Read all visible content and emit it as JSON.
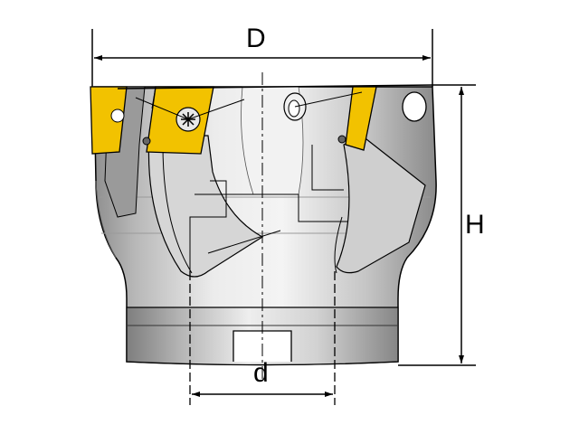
{
  "labels": {
    "diameter": "D",
    "height": "H",
    "bore": "d"
  },
  "colors": {
    "insert": "#f2c200",
    "body_light": "#e6e6e6",
    "body_mid": "#c9c9c9",
    "body_dark": "#8c8c8c",
    "line": "#000000"
  },
  "icons": {
    "insert": "cutting-insert-icon",
    "screw": "torx-screw-icon"
  }
}
